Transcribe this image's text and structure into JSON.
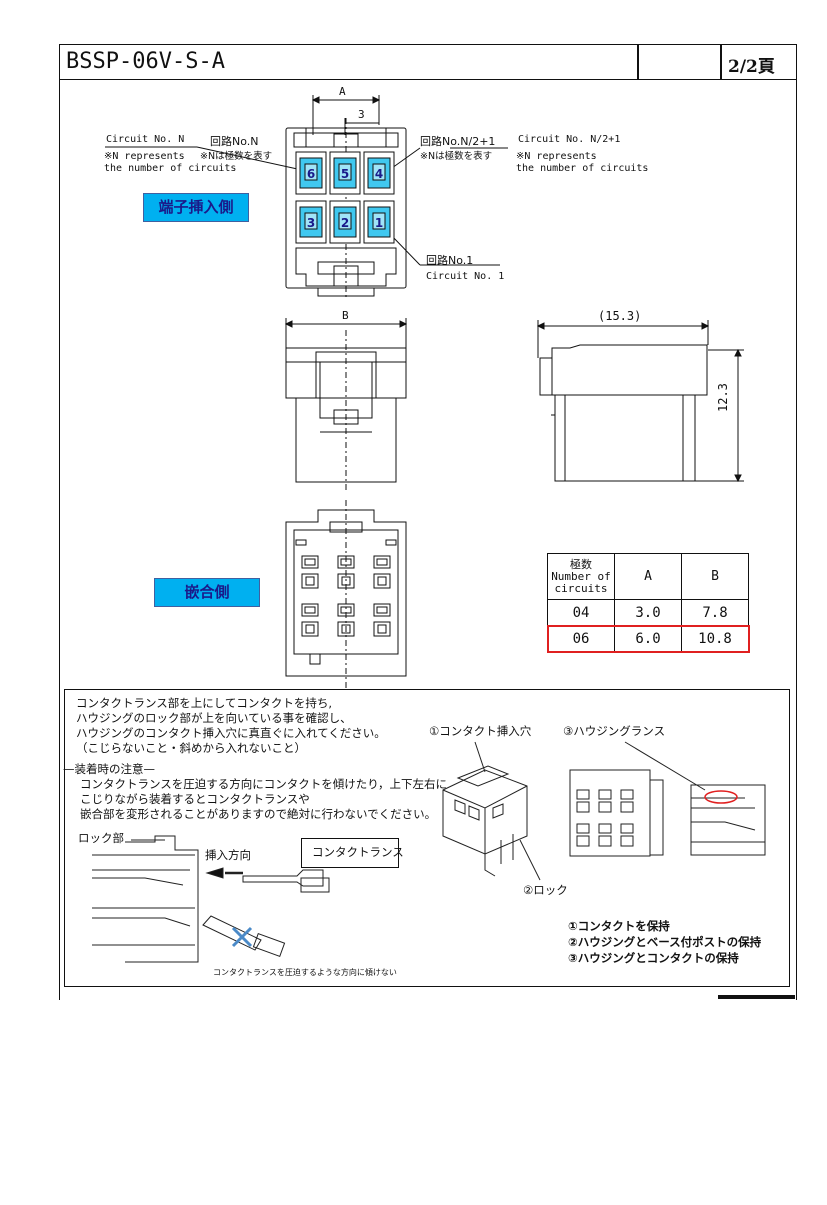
{
  "header": {
    "part_number": "BSSP-06V-S-A",
    "page": "2/2頁"
  },
  "front_view": {
    "dim_a": "A",
    "dim_3": "3",
    "circuit_n_en": "Circuit No. N",
    "circuit_n_jp": "回路No.N",
    "n_represents": "※N represents",
    "n_number_of": "the number of circuits",
    "n_is_circuits_jp": "※Nは極数を表す",
    "circuit_n2_jp": "回路No.N/2+1",
    "n2_is_circuits_jp": "※Nは極数を表す",
    "circuit_n2_en": "Circuit No. N/2+1",
    "n2_represents": "※N represents",
    "n2_number_of": "the number of circuits",
    "circuit_1_jp": "回路No.1",
    "circuit_1_en": "Circuit No. 1",
    "insertion_side": "端子挿入側",
    "cavity_numbers_top": [
      "6",
      "5",
      "4"
    ],
    "cavity_numbers_bottom": [
      "3",
      "2",
      "1"
    ]
  },
  "side_views": {
    "dim_b": "B",
    "dim_width": "(15.3)",
    "dim_height": "12.3"
  },
  "mating_side": "嵌合側",
  "dims_table": {
    "headers": [
      "極数",
      "Number of circuits",
      "A",
      "B"
    ],
    "rows": [
      {
        "n": "04",
        "a": "3.0",
        "b": "7.8"
      },
      {
        "n": "06",
        "a": "6.0",
        "b": "10.8"
      }
    ],
    "highlight_color": "#e02020"
  },
  "notes": {
    "line1": "コンタクトランス部を上にしてコンタクトを持ち,",
    "line2": "ハウジングのロック部が上を向いている事を確認し、",
    "line3": "ハウジングのコンタクト挿入穴に真直ぐに入れてください。",
    "line4": "（こじらないこと・斜めから入れないこと）",
    "caution_title": "—装着時の注意—",
    "caution1": "コンタクトランスを圧迫する方向にコンタクトを傾けたり，上下左右に",
    "caution2": "こじりながら装着するとコンタクトランスや",
    "caution3": "嵌合部を変形されることがありますので絶対に行わないでください。",
    "lock_part": "ロック部",
    "insert_direction": "挿入方向",
    "contact_lance": "コンタクトランス",
    "no_tilt": "コンタクトランスを圧迫するような方向に傾けない",
    "contact_hole": "①コンタクト挿入穴",
    "housing_lance": "③ハウジングランス",
    "lock": "②ロック",
    "legend1": "①コンタクトを保持",
    "legend2": "②ハウジングとベース付ポストの保持",
    "legend3": "③ハウジングとコンタクトの保持"
  }
}
